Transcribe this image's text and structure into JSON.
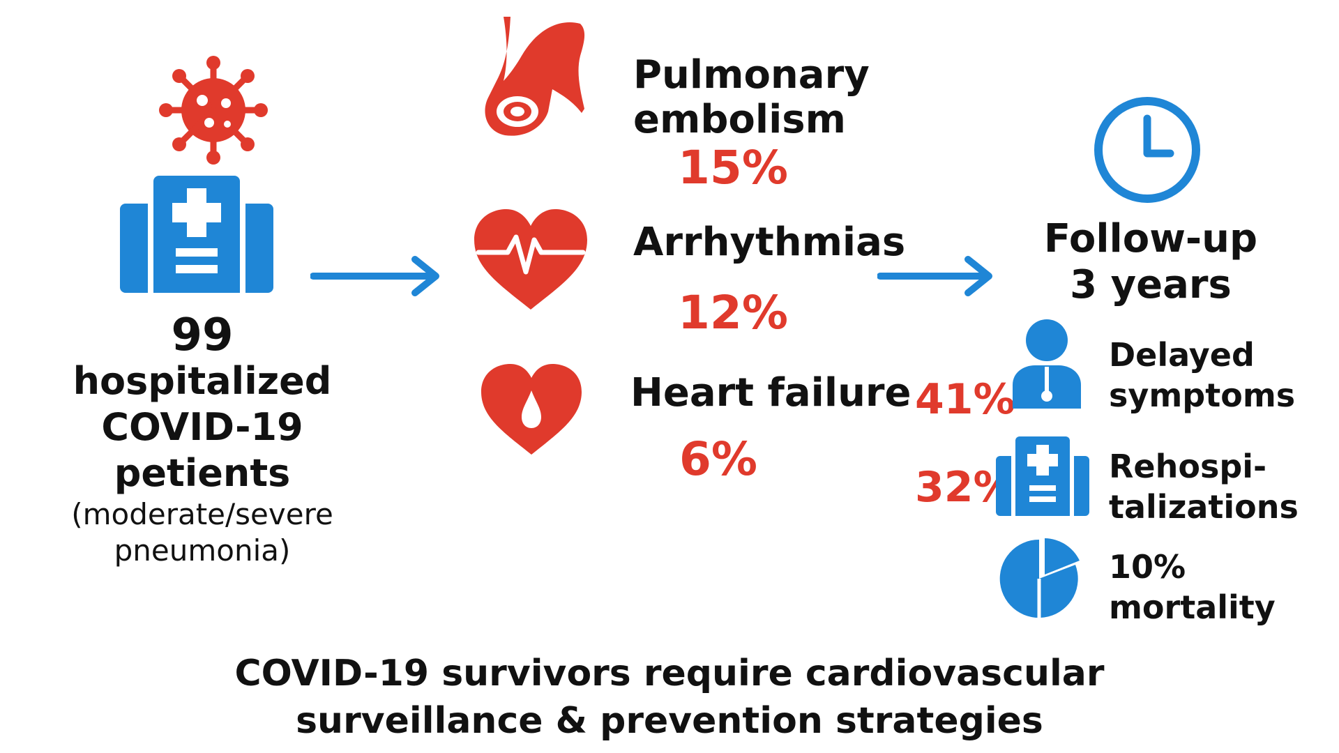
{
  "colors": {
    "accent_red": "#E03A2C",
    "accent_blue": "#1F86D6",
    "text": "#111111"
  },
  "cohort": {
    "count": "99",
    "lines": [
      "hospitalized",
      "COVID-19",
      "petients"
    ],
    "sub_lines": [
      "(moderate/severe",
      "pneumonia)"
    ],
    "icons": [
      "virus-icon",
      "hospital-icon"
    ]
  },
  "outcomes": [
    {
      "label_lines": [
        "Pulmonary",
        "embolism"
      ],
      "value": "15%",
      "icon": "blood-vessel-icon"
    },
    {
      "label_lines": [
        "Arrhythmias"
      ],
      "value": "12%",
      "icon": "heart-pulse-icon"
    },
    {
      "label_lines": [
        "Heart failure"
      ],
      "value": "6%",
      "icon": "heart-drop-icon"
    }
  ],
  "followup": {
    "title_lines": [
      "Follow-up",
      "3 years"
    ],
    "icon": "clock-icon",
    "items": [
      {
        "value": "41%",
        "label_lines": [
          "Delayed",
          "symptoms"
        ],
        "icon": "doctor-icon"
      },
      {
        "value": "32%",
        "label_lines": [
          "Rehospi-",
          "talizations"
        ],
        "icon": "hospital-icon"
      },
      {
        "value": "",
        "label_lines": [
          "10%",
          "mortality"
        ],
        "icon": "pie-chart-icon"
      }
    ]
  },
  "conclusion_lines": [
    "COVID-19 survivors require cardiovascular",
    "surveillance & prevention strategies"
  ]
}
